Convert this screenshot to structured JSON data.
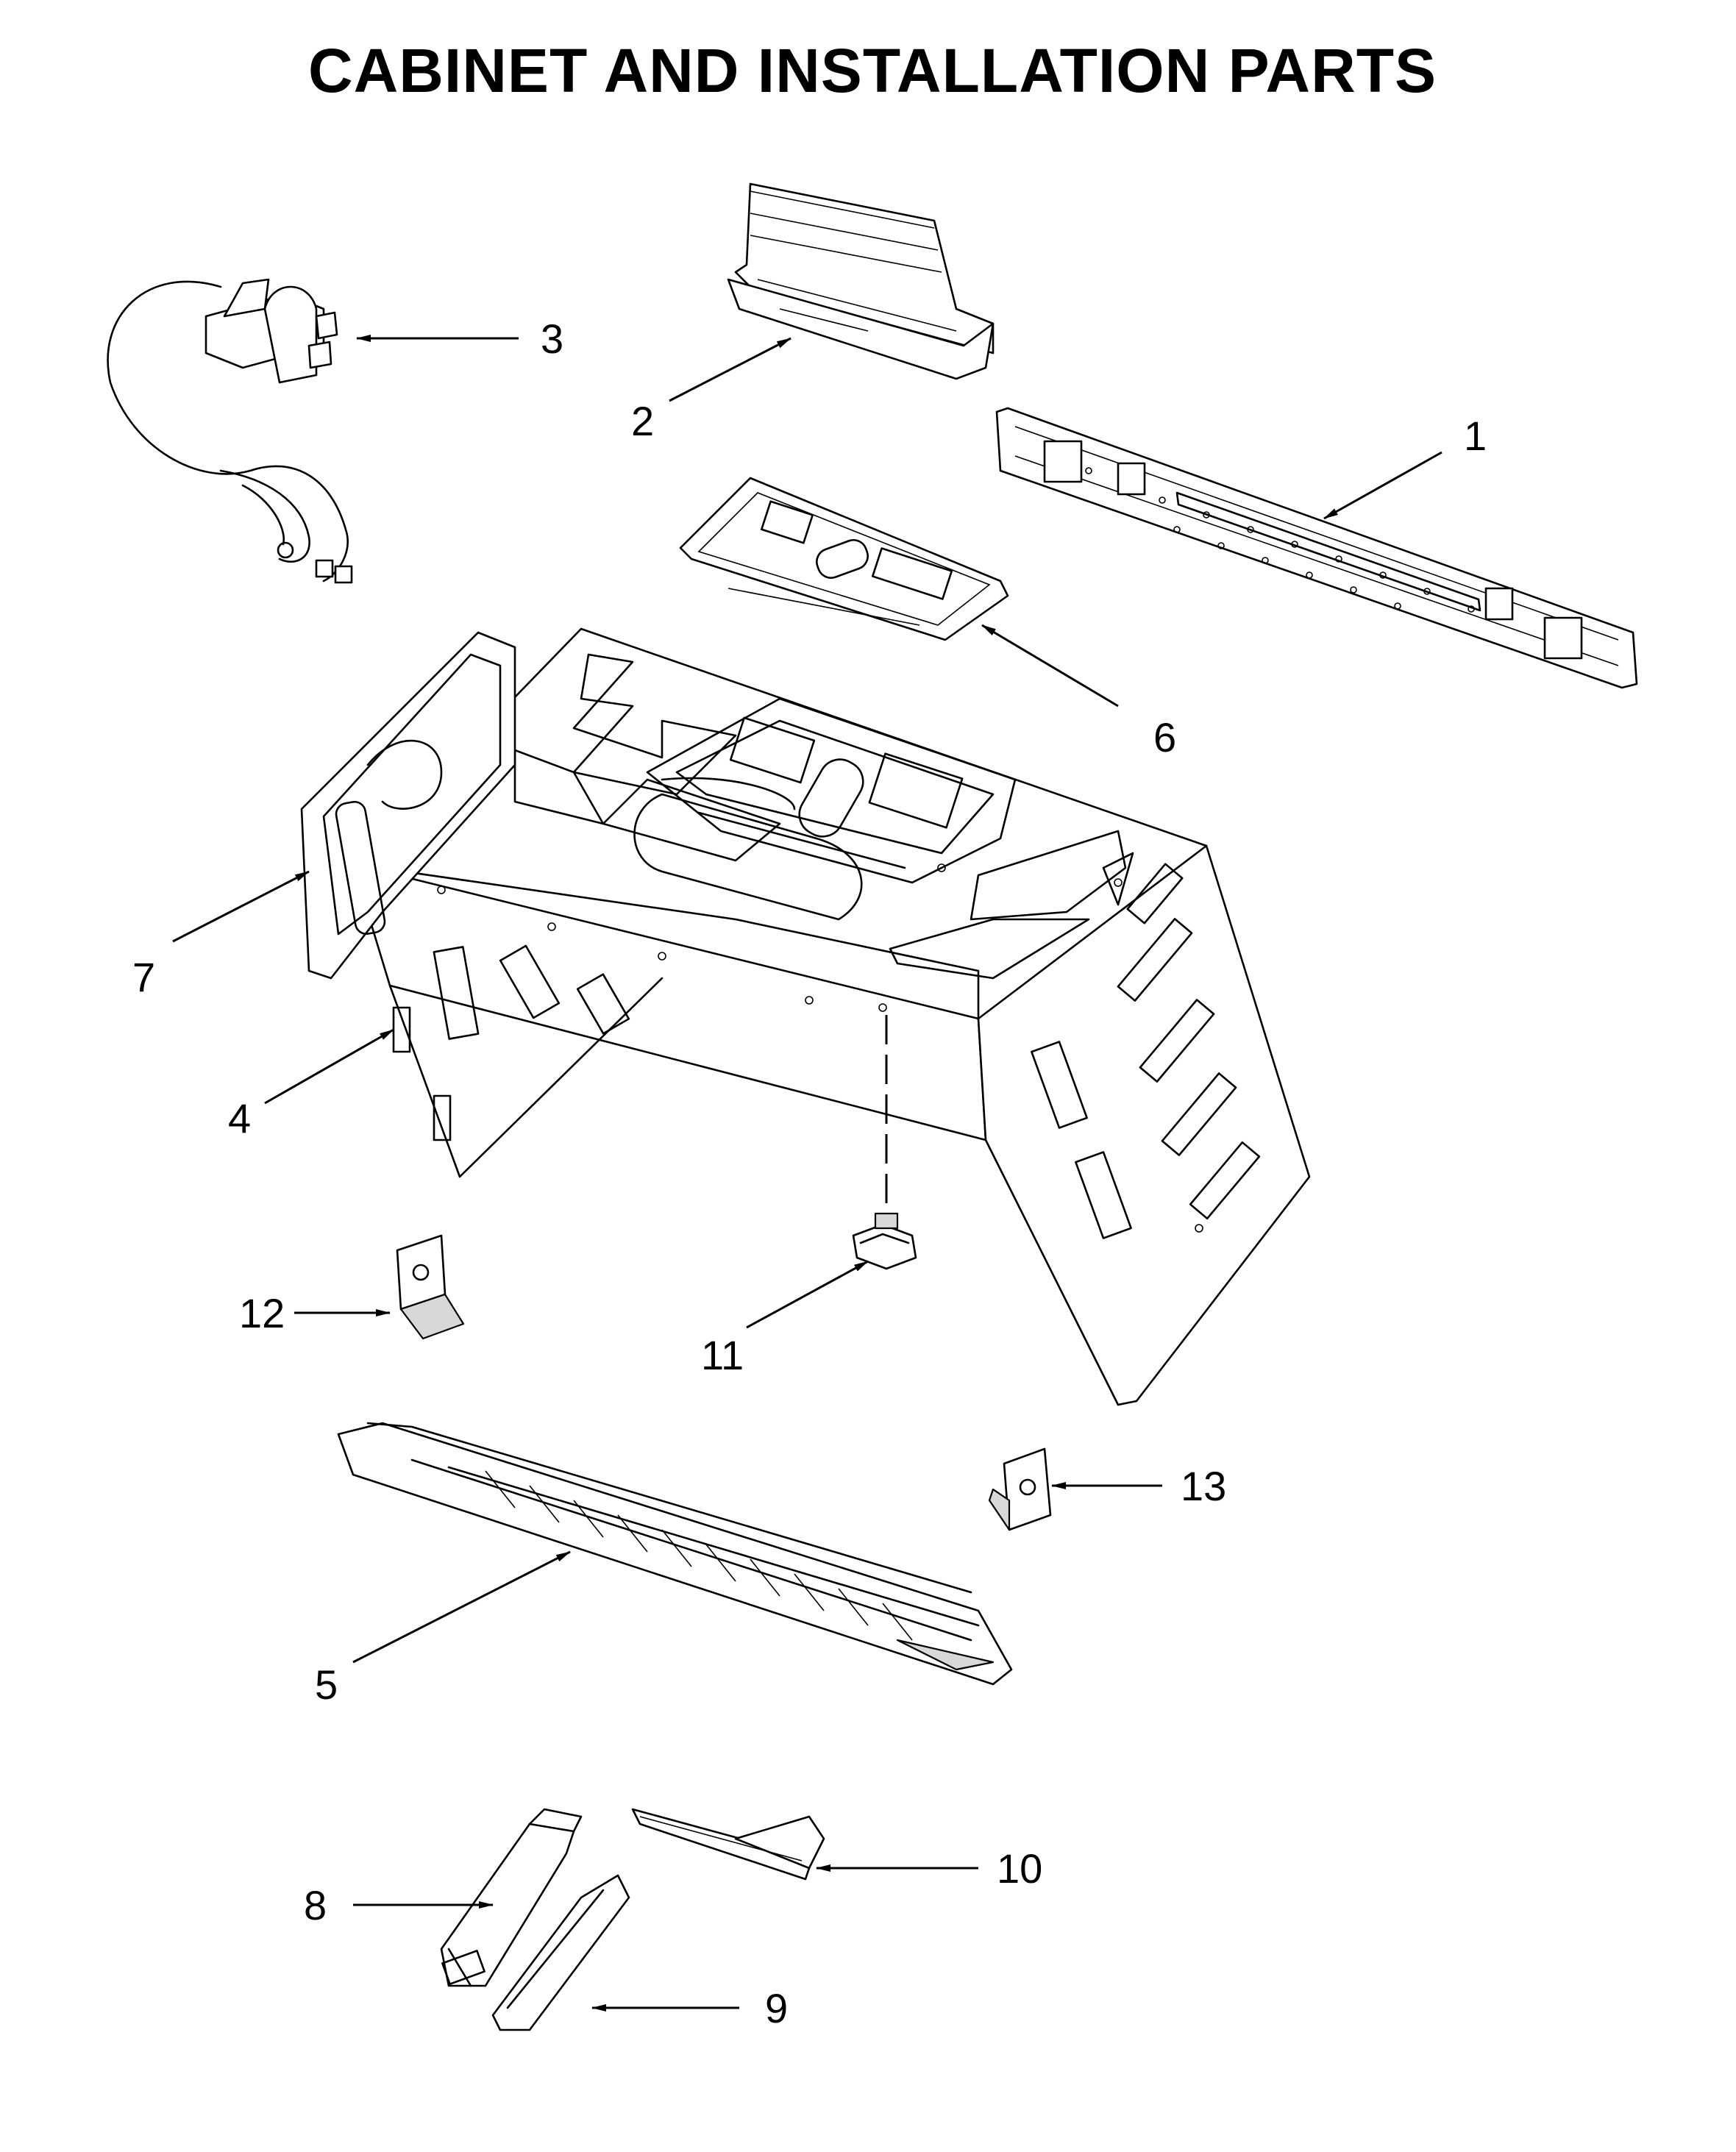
{
  "title": "CABINET AND INSTALLATION PARTS",
  "callouts": [
    {
      "id": "1",
      "label": "1"
    },
    {
      "id": "2",
      "label": "2"
    },
    {
      "id": "3",
      "label": "3"
    },
    {
      "id": "4",
      "label": "4"
    },
    {
      "id": "5",
      "label": "5"
    },
    {
      "id": "6",
      "label": "6"
    },
    {
      "id": "7",
      "label": "7"
    },
    {
      "id": "8",
      "label": "8"
    },
    {
      "id": "9",
      "label": "9"
    },
    {
      "id": "10",
      "label": "10"
    },
    {
      "id": "11",
      "label": "11"
    },
    {
      "id": "12",
      "label": "12"
    },
    {
      "id": "13",
      "label": "13"
    }
  ]
}
